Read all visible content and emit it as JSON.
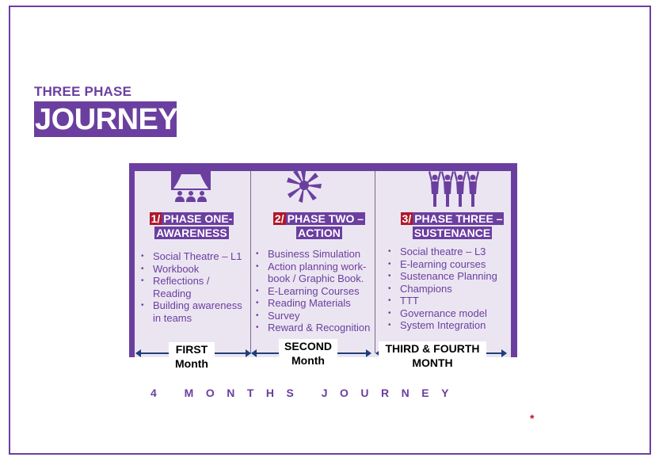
{
  "header": {
    "subtitle": "THREE PHASE",
    "title": "JOURNEY"
  },
  "phases": [
    {
      "number": "1/",
      "title_line1": "PHASE ONE-",
      "title_line2": "AWARENESS",
      "icon": "theatre-stage-icon",
      "items": [
        "Social Theatre – L1",
        "Workbook",
        "Reflections /",
        "Reading",
        "Building awareness",
        "in teams"
      ],
      "month_line1": "FIRST",
      "month_line2": "Month"
    },
    {
      "number": "2/",
      "title_line1": "PHASE TWO –",
      "title_line2": "ACTION",
      "icon": "team-hands-icon",
      "items": [
        "Business Simulation",
        "Action planning work-",
        "book / Graphic Book.",
        "E-Learning Courses",
        "Reading Materials",
        "Survey",
        "Reward & Recognition"
      ],
      "month_line1": "SECOND",
      "month_line2": "Month"
    },
    {
      "number": "3/",
      "title_line1": "PHASE THREE –",
      "title_line2": "SUSTENANCE",
      "icon": "group-celebration-icon",
      "items": [
        "Social theatre – L3",
        "E-learning courses",
        "Sustenance Planning",
        "Champions",
        "TTT",
        "Governance model",
        "System Integration"
      ],
      "month_line1": "THIRD & FOURTH",
      "month_line2": "MONTH"
    }
  ],
  "footer": {
    "text": "4 MONTHS JOURNEY",
    "marker": "*"
  },
  "colors": {
    "purple": "#6b3fa0",
    "panel": "#ebe5f1",
    "red": "#b0182a",
    "arrow": "#1f3f7a"
  }
}
